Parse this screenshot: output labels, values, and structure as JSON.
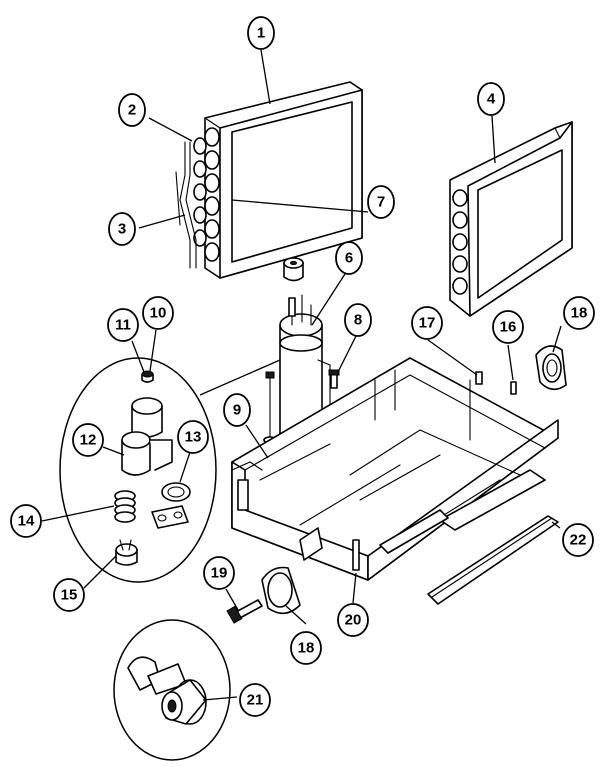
{
  "diagram": {
    "callouts": [
      {
        "id": "c1",
        "label": "1"
      },
      {
        "id": "c2",
        "label": "2"
      },
      {
        "id": "c3",
        "label": "3"
      },
      {
        "id": "c4",
        "label": "4"
      },
      {
        "id": "c6",
        "label": "6"
      },
      {
        "id": "c7",
        "label": "7"
      },
      {
        "id": "c8",
        "label": "8"
      },
      {
        "id": "c9",
        "label": "9"
      },
      {
        "id": "c10",
        "label": "10"
      },
      {
        "id": "c11",
        "label": "11"
      },
      {
        "id": "c12",
        "label": "12"
      },
      {
        "id": "c13",
        "label": "13"
      },
      {
        "id": "c14",
        "label": "14"
      },
      {
        "id": "c15",
        "label": "15"
      },
      {
        "id": "c16",
        "label": "16"
      },
      {
        "id": "c17",
        "label": "17"
      },
      {
        "id": "c18a",
        "label": "18"
      },
      {
        "id": "c18b",
        "label": "18"
      },
      {
        "id": "c19",
        "label": "19"
      },
      {
        "id": "c20",
        "label": "20"
      },
      {
        "id": "c21",
        "label": "21"
      },
      {
        "id": "c22",
        "label": "22"
      }
    ]
  }
}
